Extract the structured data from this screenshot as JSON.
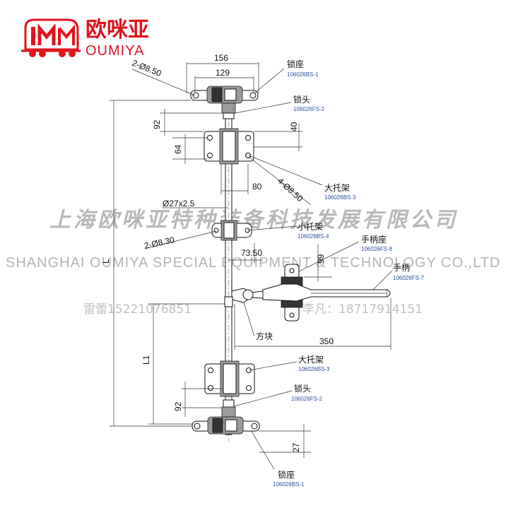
{
  "logo": {
    "cn": "欧咪亚",
    "en": "OUMIYA"
  },
  "watermark": {
    "cn": "上海欧咪亚特种装备科技发展有限公司",
    "en": "SHANGHAI OUMIYA SPECIAL EQUIPMENT & TECHNOLOGY CO.,LTD",
    "phone_left": "雷蕾15221076851",
    "phone_right": "李凡：18717914151"
  },
  "dimensions": {
    "w156": "156",
    "w129": "129",
    "hole_top": "2-Ø8.50",
    "d92_top": "92",
    "d40": "40",
    "d64": "64",
    "d80": "80",
    "hole_mid": "4-Ø8.50",
    "tube": "Ø27x2.5",
    "hole_small": "2-Ø8.30",
    "d73": "73.50",
    "d99": "99",
    "total": "L",
    "d350": "350",
    "l1": "L1",
    "d92_bottom": "92",
    "d27": "27"
  },
  "labels": [
    {
      "name": "锁座",
      "code": "106026BS-1"
    },
    {
      "name": "锁头",
      "code": "106026FS-2"
    },
    {
      "name": "大托架",
      "code": "106026BS-3"
    },
    {
      "name": "小托架",
      "code": "106026BS-4"
    },
    {
      "name": "手柄座",
      "code": "106026FS-8"
    },
    {
      "name": "手柄",
      "code": "106026FS-7"
    },
    {
      "name": "方块",
      "code": ""
    },
    {
      "name": "大托架",
      "code": "106026BS-3"
    },
    {
      "name": "锁头",
      "code": "106026FS-2"
    },
    {
      "name": "锁座",
      "code": "106026BS-1"
    }
  ]
}
